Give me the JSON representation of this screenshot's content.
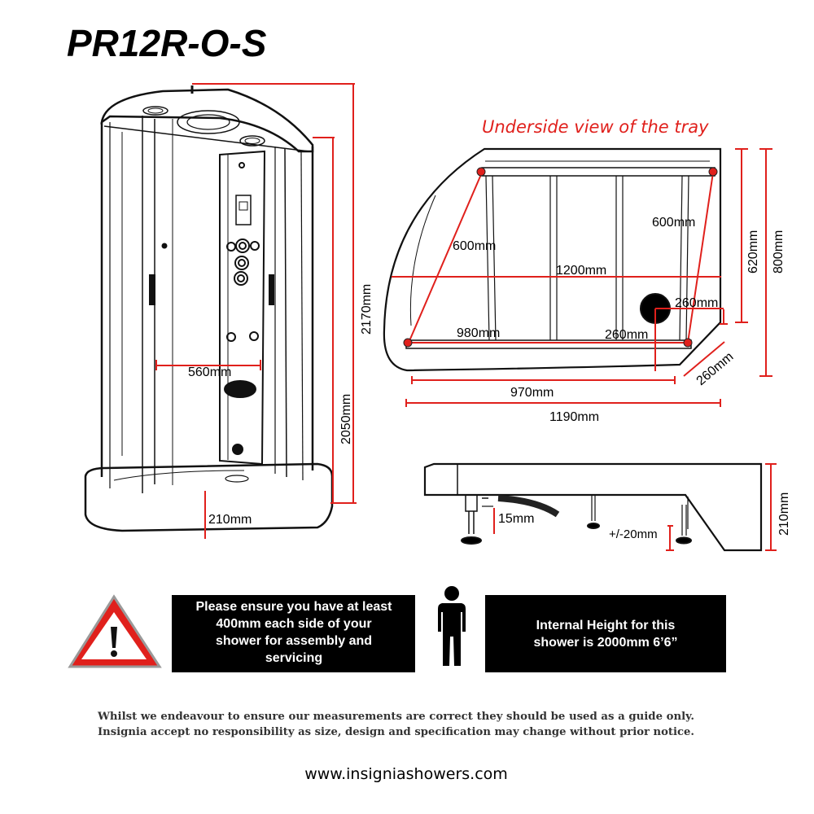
{
  "title": "PR12R-O-S",
  "tray_view_title": "Underside view of the tray",
  "front_view": {
    "width_inner": "560mm",
    "tray_height": "210mm",
    "height_door": "2050mm",
    "height_total": "2170mm"
  },
  "tray_view": {
    "diag_left": "600mm",
    "diag_right": "600mm",
    "width_long": "1200mm",
    "width_inner": "980mm",
    "waste_x": "260mm",
    "waste_y": "260mm",
    "depth_partial": "620mm",
    "depth_total": "800mm",
    "corner": "260mm",
    "width_mid": "970mm",
    "width_total": "1190mm"
  },
  "side_view": {
    "foot_gap": "15mm",
    "leg_adjust": "+/-20mm",
    "height": "210mm"
  },
  "notices": {
    "assembly_lines": [
      "Please ensure you have at least",
      "400mm each side of your",
      "shower for assembly and",
      "servicing"
    ],
    "height_lines": [
      "Internal Height for this",
      "shower is 2000mm 6’6”"
    ]
  },
  "icons": {
    "warning": "warning-triangle-icon",
    "person": "person-silhouette-icon"
  },
  "colors": {
    "dimension": "#e0201c",
    "warning": "#e0201c",
    "notice_bg": "#000000"
  },
  "disclaimer_lines": [
    "Whilst we endeavour to ensure our measurements are correct they should be used as a guide only.",
    "Insignia accept no responsibility as size, design and specification may change without prior notice."
  ],
  "website": "www.insigniashowers.com"
}
